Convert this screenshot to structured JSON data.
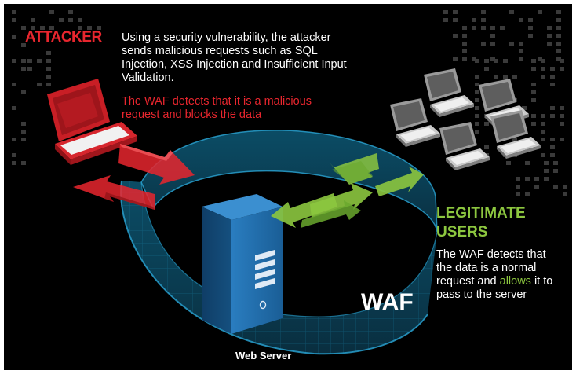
{
  "attacker": {
    "title": "ATTACKER",
    "description": "Using a security vulnerability, the attacker sends malicious requests such as SQL Injection, XSS Injection and Insufficient Input Validation.",
    "waf_note": "The WAF detects that it  is a malicious request and blocks  the data",
    "color": "#e8262e"
  },
  "legitimate_users": {
    "title": "LEGITIMATE USERS",
    "desc_before": "The WAF detects that the data is a normal request and",
    "desc_highlight": "allows",
    "desc_after": "it to pass to the server",
    "color": "#8cc63f"
  },
  "waf": {
    "label": "WAF",
    "color": "#0e5b7c"
  },
  "server": {
    "label": "Web Server",
    "color": "#1f6fb0"
  },
  "icons": [
    "attacker-computer-icon",
    "user-computer-icon",
    "server-icon",
    "red-arrow-icon",
    "green-arrow-icon"
  ]
}
